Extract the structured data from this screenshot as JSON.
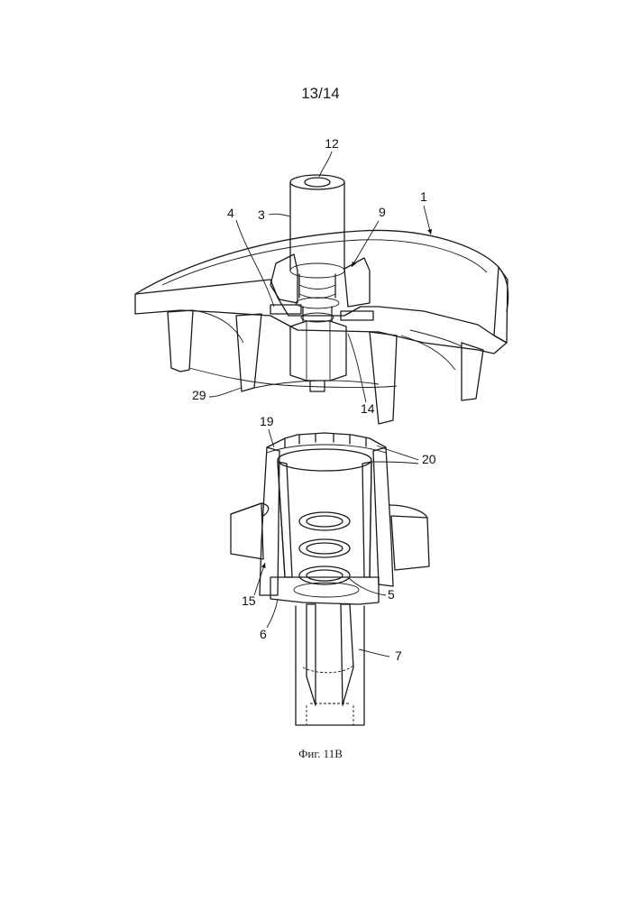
{
  "sheet": {
    "label": "13/14"
  },
  "caption": {
    "text": "Фиг. 11В"
  },
  "references": {
    "r1": "1",
    "r3": "3",
    "r4": "4",
    "r5": "5",
    "r6": "6",
    "r7": "7",
    "r9": "9",
    "r12": "12",
    "r14": "14",
    "r15": "15",
    "r19": "19",
    "r20": "20",
    "r29": "29"
  }
}
